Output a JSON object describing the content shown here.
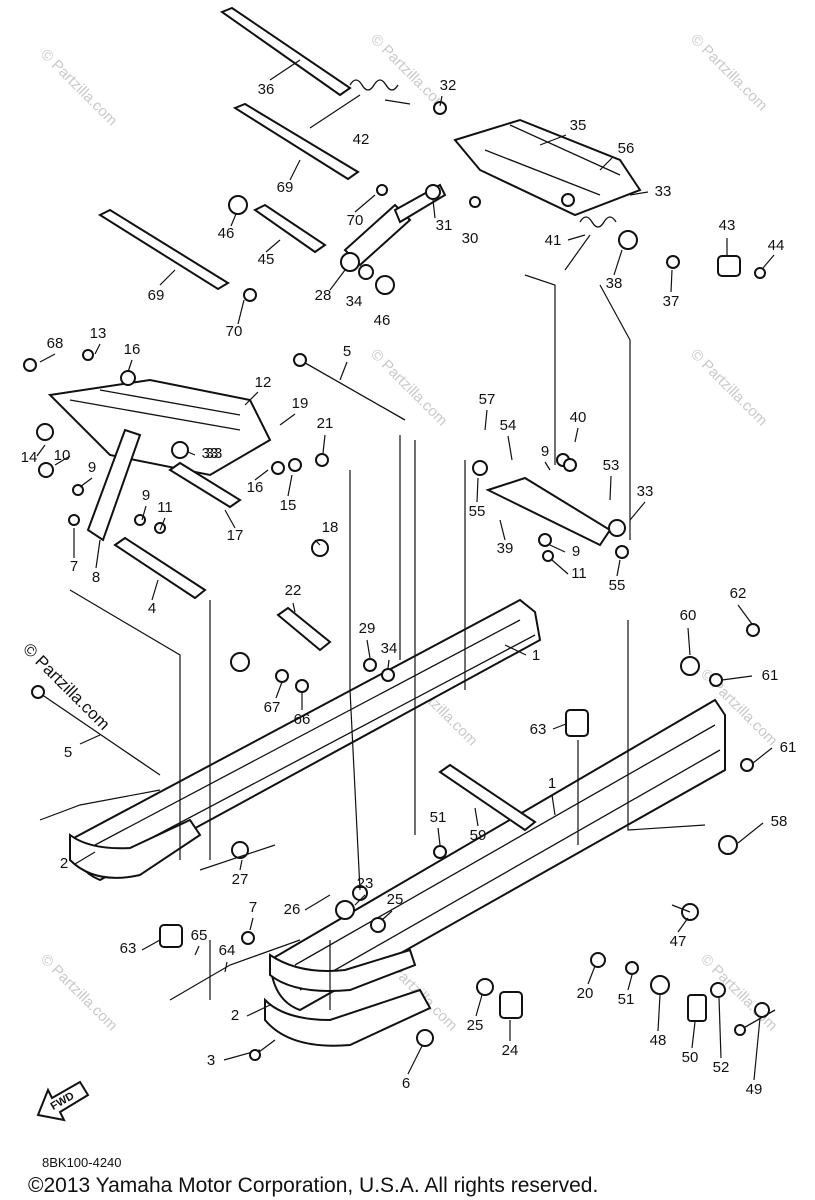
{
  "watermark": "© Partzilla.com",
  "watermark_side": "© Partzilla.com",
  "diagram_code": "8BK100-4240",
  "copyright": "©2013 Yamaha Motor Corporation, U.S.A. All rights reserved.",
  "fwd_label": "FWD",
  "callouts": [
    "36",
    "42",
    "32",
    "35",
    "56",
    "33",
    "69",
    "70",
    "46",
    "31",
    "30",
    "41",
    "43",
    "44",
    "45",
    "28",
    "34",
    "46",
    "38",
    "37",
    "69",
    "70",
    "68",
    "13",
    "16",
    "5",
    "12",
    "19",
    "21",
    "57",
    "54",
    "40",
    "9",
    "53",
    "33",
    "14",
    "10",
    "9",
    "33",
    "16",
    "15",
    "55",
    "39",
    "9",
    "11",
    "55",
    "17",
    "33",
    "8",
    "11",
    "7",
    "9",
    "4",
    "18",
    "22",
    "62",
    "60",
    "61",
    "29",
    "34",
    "67",
    "66",
    "1",
    "63",
    "5",
    "61",
    "51",
    "59",
    "1",
    "58",
    "2",
    "27",
    "23",
    "26",
    "25",
    "47",
    "7",
    "63",
    "65",
    "64",
    "20",
    "51",
    "2",
    "25",
    "24",
    "48",
    "50",
    "52",
    "49",
    "3",
    "6"
  ]
}
